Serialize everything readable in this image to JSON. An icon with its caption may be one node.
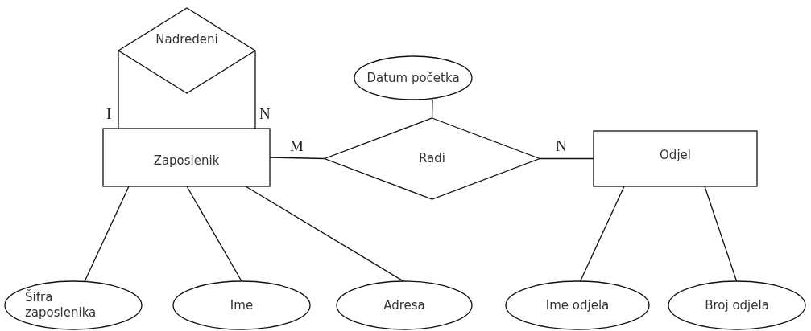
{
  "diagram": {
    "nodes": [
      {
        "text": [
          "Nadređeni"
        ]
      },
      {
        "text": [
          "Datum početka"
        ]
      },
      {
        "text": [
          "Zaposlenik"
        ]
      },
      {
        "text": [
          "Radi"
        ]
      },
      {
        "text": [
          "Odjel"
        ]
      },
      {
        "text": [
          "Šifra zaposlenika"
        ]
      },
      {
        "text": [
          "Ime"
        ]
      },
      {
        "text": [
          "Adresa"
        ]
      },
      {
        "text": [
          "Ime odjela"
        ]
      },
      {
        "text": [
          "Broj odjela"
        ]
      }
    ],
    "edges": [
      {
        "from": 0,
        "to": 2,
        "arrow": "none",
        "label": "I"
      },
      {
        "from": 0,
        "to": 2,
        "arrow": "none",
        "label": "N"
      },
      {
        "from": 2,
        "to": 3,
        "arrow": "none",
        "label": "M"
      },
      {
        "from": 3,
        "to": 4,
        "arrow": "none",
        "label": "N"
      },
      {
        "from": 1,
        "to": 3,
        "arrow": "none"
      },
      {
        "from": 2,
        "to": 5,
        "arrow": "none"
      },
      {
        "from": 2,
        "to": 6,
        "arrow": "none"
      },
      {
        "from": 2,
        "to": 7,
        "arrow": "none"
      },
      {
        "from": 4,
        "to": 8,
        "arrow": "none"
      },
      {
        "from": 4,
        "to": 9,
        "arrow": "none"
      }
    ]
  }
}
